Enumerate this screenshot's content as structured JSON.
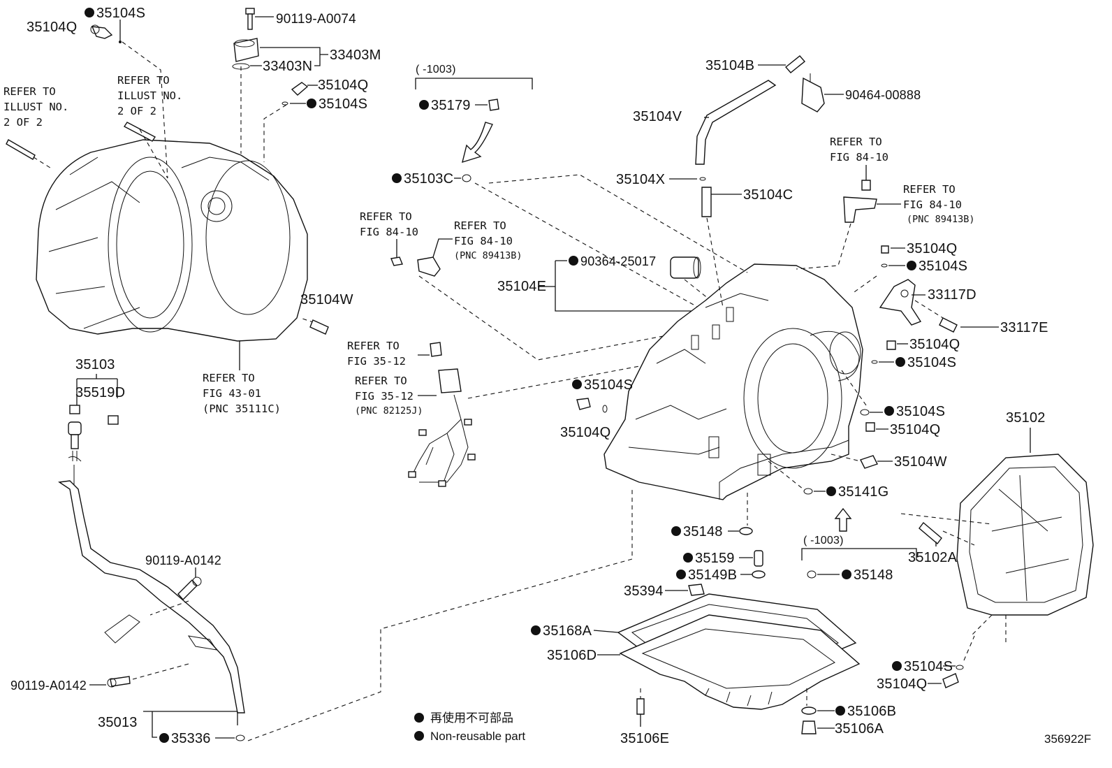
{
  "diagram_id": "356922F",
  "legend": {
    "jp": "再使用不可部品",
    "en": "Non-reusable part"
  },
  "labels": {
    "p35104S_tl": "35104S",
    "p35104Q_tl": "35104Q",
    "p90119A0074": "90119-A0074",
    "p33403M": "33403M",
    "p33403N": "33403N",
    "p35104Q_t": "35104Q",
    "p35104S_t": "35104S",
    "p35104W_l": "35104W",
    "p35103": "35103",
    "p35519D": "35519D",
    "p90119A0142_a": "90119-A0142",
    "p90119A0142_b": "90119-A0142",
    "p35013": "35013",
    "p35336": "35336",
    "range1": "(      -1003)",
    "p35179": "35179",
    "p35103C": "35103C",
    "p35104E": "35104E",
    "p9036425017": "90364-25017",
    "p35104S_m": "35104S",
    "p35104Q_m": "35104Q",
    "p35104B": "35104B",
    "p90464": "90464-00888",
    "p35104V": "35104V",
    "p35104X": "35104X",
    "p35104C": "35104C",
    "p35104Q_r1": "35104Q",
    "p35104S_r1": "35104S",
    "p33117D": "33117D",
    "p33117E": "33117E",
    "p35104Q_r2": "35104Q",
    "p35104S_r2": "35104S",
    "p35104S_r3": "35104S",
    "p35104Q_r3": "35104Q",
    "p35104W_r": "35104W",
    "p35141G": "35141G",
    "range2": "(      -1003)",
    "p35148_a": "35148",
    "p35148_b": "35148",
    "p35159": "35159",
    "p35149B": "35149B",
    "p35394": "35394",
    "p35168A": "35168A",
    "p35106D": "35106D",
    "p35106E": "35106E",
    "p35106B": "35106B",
    "p35106A": "35106A",
    "p35102": "35102",
    "p35102A": "35102A",
    "p35104S_br": "35104S",
    "p35104Q_br": "35104Q"
  },
  "refs": {
    "r1": [
      "REFER TO",
      "ILLUST NO.",
      "2 OF 2"
    ],
    "r2": [
      "REFER TO",
      "ILLUST NO.",
      "2 OF 2"
    ],
    "r3": [
      "REFER TO",
      "FIG 43-01",
      "(PNC 35111C)"
    ],
    "r4": [
      "REFER TO",
      "FIG 84-10"
    ],
    "r5": [
      "REFER TO",
      "FIG 84-10",
      "(PNC 89413B)"
    ],
    "r6": [
      "REFER TO",
      "FIG 35-12"
    ],
    "r7": [
      "REFER TO",
      "FIG 35-12",
      "(PNC 82125J)"
    ],
    "r8": [
      "REFER TO",
      "FIG 84-10"
    ],
    "r9": [
      "REFER TO",
      "FIG 84-10",
      "(PNC 89413B)"
    ]
  }
}
